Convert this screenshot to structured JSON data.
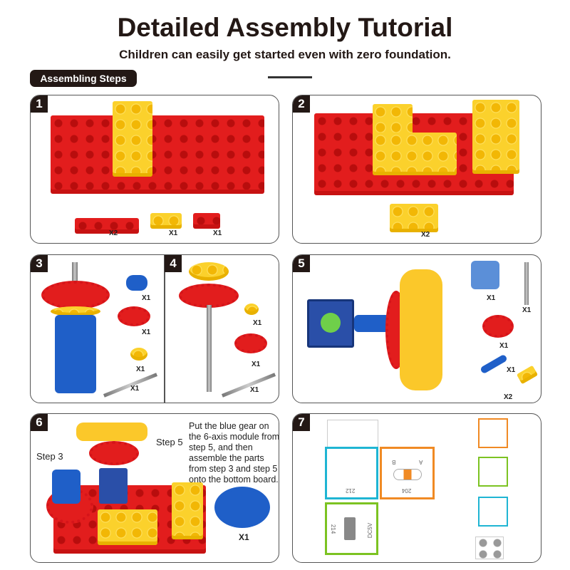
{
  "header": {
    "title": "Detailed Assembly Tutorial",
    "subtitle": "Children can easily get started even with zero foundation.",
    "section_label": "Assembling Steps"
  },
  "steps": [
    {
      "number": "1",
      "labels": [
        "X2",
        "X1",
        "X1"
      ]
    },
    {
      "number": "2",
      "labels": [
        "X2"
      ]
    },
    {
      "number": "3",
      "labels": [
        "X1",
        "X1",
        "X1",
        "X1"
      ]
    },
    {
      "number": "4",
      "labels": [
        "X1",
        "X1",
        "X1"
      ]
    },
    {
      "number": "5",
      "labels": [
        "X1",
        "X1",
        "X1",
        "X1",
        "X2"
      ]
    },
    {
      "number": "6",
      "labels": [
        "X1"
      ],
      "callouts": [
        "Step 3",
        "Step 5"
      ],
      "instruction": "Put the blue gear on the 6-axis module from step 5, and then assemble the parts from step 3 and step 5 onto the bottom board."
    },
    {
      "number": "7",
      "modules": [
        "212",
        "204",
        "214"
      ],
      "module_text": [
        "A",
        "B",
        "DC5V"
      ]
    }
  ],
  "colors": {
    "red": "#e21d1d",
    "yellow": "#fbd12c",
    "blue": "#1f5fc8",
    "orange": "#f08a24",
    "cyan": "#1fb5d3",
    "green": "#7cc322"
  }
}
